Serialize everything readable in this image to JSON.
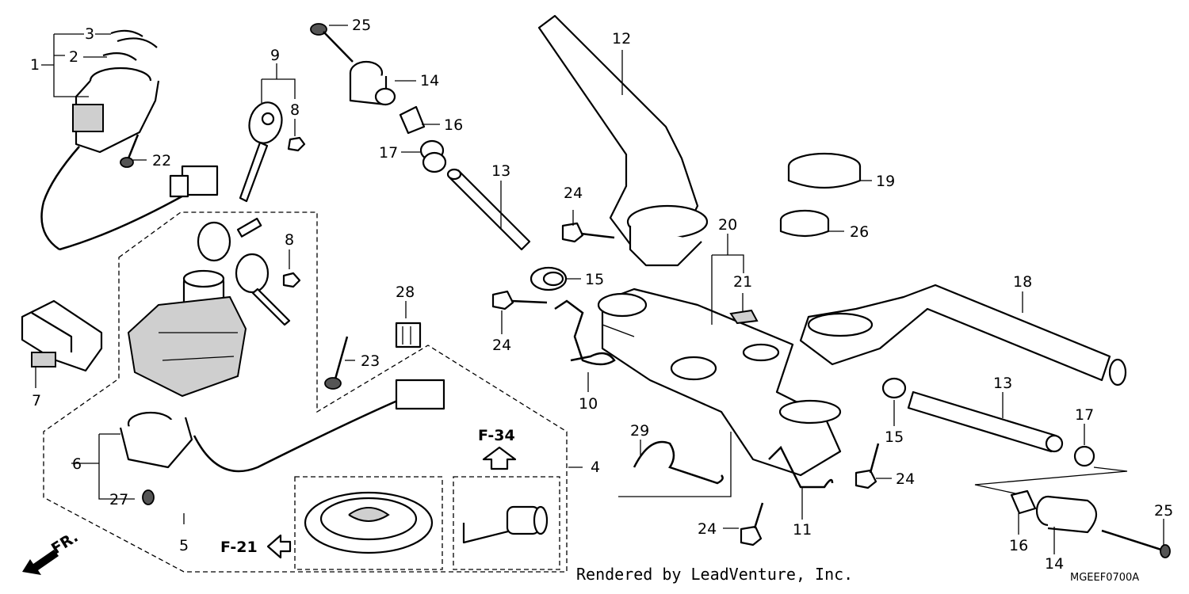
{
  "callouts": {
    "c1": "1",
    "c2": "2",
    "c3": "3",
    "c4": "4",
    "c5": "5",
    "c6": "6",
    "c7": "7",
    "c8a": "8",
    "c8b": "8",
    "c9": "9",
    "c10": "10",
    "c11": "11",
    "c12": "12",
    "c13a": "13",
    "c13b": "13",
    "c14a": "14",
    "c14b": "14",
    "c15a": "15",
    "c15b": "15",
    "c16a": "16",
    "c16b": "16",
    "c17a": "17",
    "c17b": "17",
    "c18": "18",
    "c19": "19",
    "c20": "20",
    "c21": "21",
    "c22": "22",
    "c23": "23",
    "c24a": "24",
    "c24b": "24",
    "c24c": "24",
    "c24d": "24",
    "c25a": "25",
    "c25b": "25",
    "c26": "26",
    "c27": "27",
    "c28": "28",
    "c29": "29"
  },
  "refs": {
    "f34": "F-34",
    "f21": "F-21",
    "fr": "FR."
  },
  "footer": {
    "credit": "Rendered by LeadVenture, Inc.",
    "code": "MGEEF0700A"
  }
}
